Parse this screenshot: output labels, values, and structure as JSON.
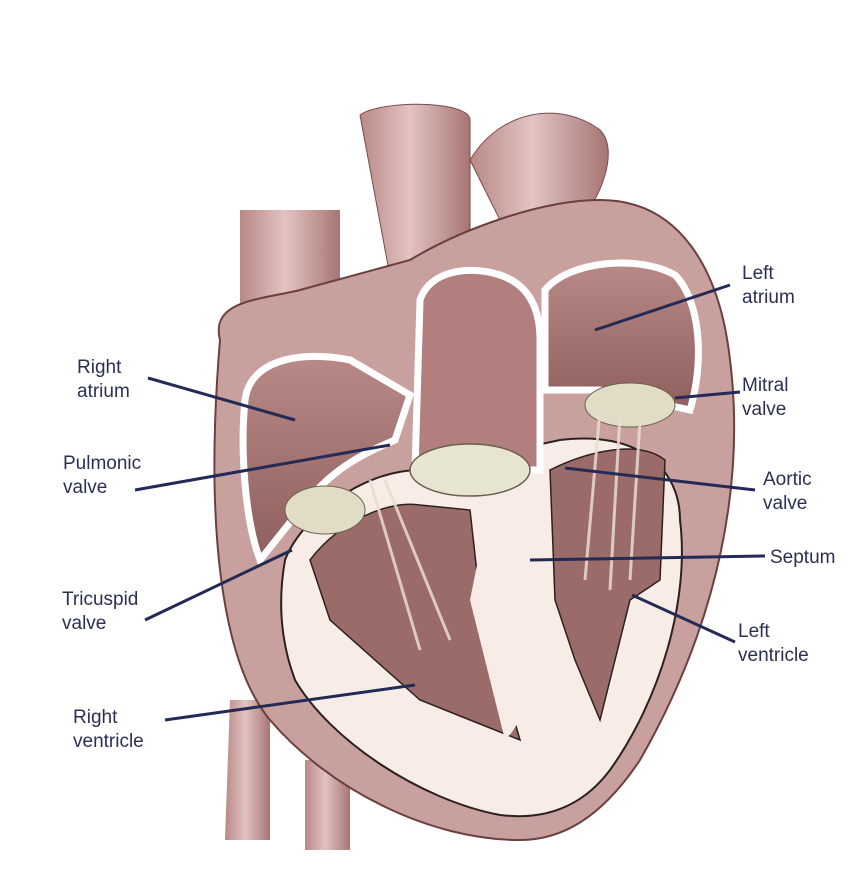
{
  "labels": {
    "left_atrium": {
      "line1": "Left",
      "line2": "atrium"
    },
    "mitral_valve": {
      "line1": "Mitral",
      "line2": "valve"
    },
    "aortic_valve": {
      "line1": "Aortic",
      "line2": "valve"
    },
    "septum": {
      "line1": "Septum"
    },
    "left_ventricle": {
      "line1": "Left",
      "line2": "ventricle"
    },
    "right_atrium": {
      "line1": "Right",
      "line2": "atrium"
    },
    "pulmonic_valve": {
      "line1": "Pulmonic",
      "line2": "valve"
    },
    "tricuspid_valve": {
      "line1": "Tricuspid",
      "line2": "valve"
    },
    "right_ventricle": {
      "line1": "Right",
      "line2": "ventricle"
    }
  },
  "colors": {
    "tissue": "#c9a3a0",
    "tissue_dark": "#8a5a58",
    "cavity": "#9c6f6d",
    "wall": "#f7ede6",
    "valve": "#e8e4d2",
    "leader": "#232a55"
  }
}
